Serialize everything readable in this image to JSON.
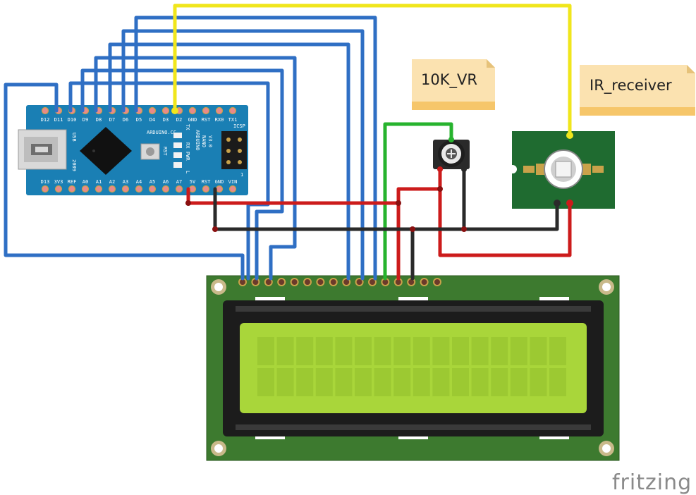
{
  "labels": {
    "pot": "10K_VR",
    "ir": "IR_receiver",
    "brand": "fritzing"
  },
  "arduino": {
    "top_pins": [
      "D12",
      "D11",
      "D10",
      "D9",
      "D8",
      "D7",
      "D6",
      "D5",
      "D4",
      "D3",
      "D2",
      "GND",
      "RST",
      "RX0",
      "TX1"
    ],
    "bottom_pins": [
      "D13",
      "3V3",
      "REF",
      "A0",
      "A1",
      "A2",
      "A3",
      "A4",
      "A5",
      "A6",
      "A7",
      "5V",
      "RST",
      "GND",
      "VIN"
    ],
    "usb": "USB",
    "year": "2009",
    "site": "ARDUINO.CC",
    "rst": "RST",
    "led_tx": "TX",
    "led_rx": "RX",
    "led_pwr": "PWR",
    "led_l": "L",
    "name_line1": "ARDUINO",
    "name_line2": "NANO",
    "name_line3": "V3.0",
    "icsp": "ICSP",
    "icsp_one": "1"
  },
  "colors": {
    "wire_blue": "#2f6fc4",
    "wire_yellow": "#f0e61c",
    "wire_red": "#cc1b1b",
    "wire_black": "#2a2a2a",
    "wire_green": "#27b32e",
    "pcb_green": "#1f6b30",
    "lcd_board": "#3d7a2f",
    "lcd_screen": "#a9d63a",
    "arduino_blue": "#1a7fb4",
    "note_fill": "#fbe2b0"
  }
}
